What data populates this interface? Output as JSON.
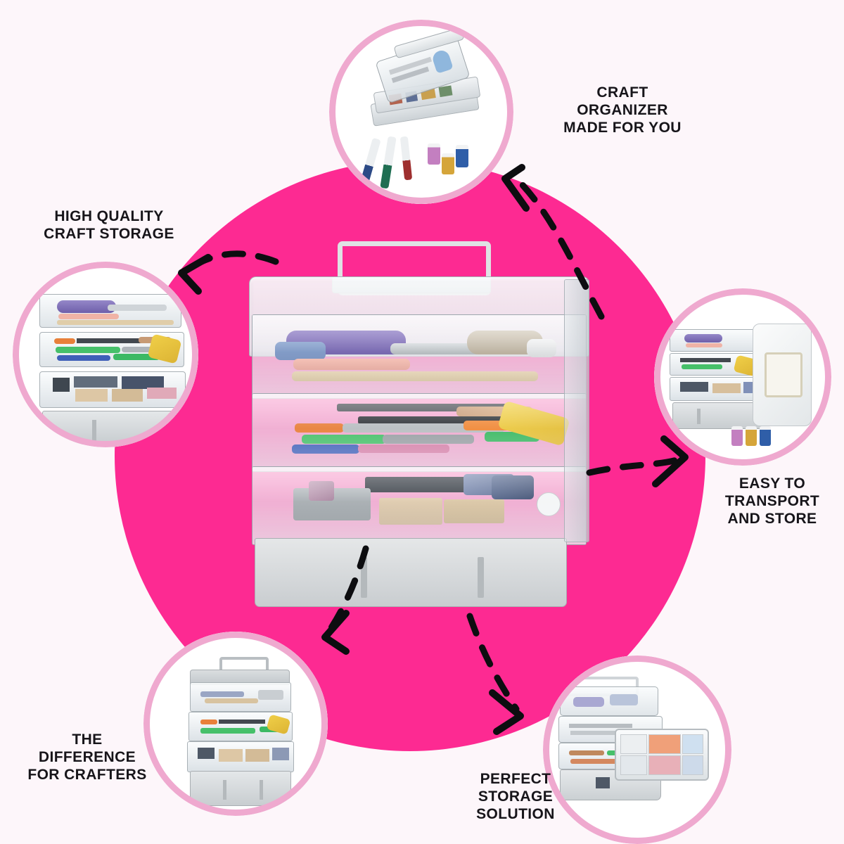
{
  "page": {
    "title": "Craft Organizer Product Infographic",
    "background_color": "#fdf6fa",
    "hero_color": "#fd2a92",
    "ring_color": "#efa9cf",
    "text_color": "#17151a"
  },
  "hero": {
    "name": "craft-organizer-main-photo",
    "alt": "Three-tier clear craft organizer with grey handle filled with markers, pens, scissors and craft supplies"
  },
  "features": [
    {
      "id": "craft-organizer-made-for-you",
      "label": "CRAFT\nORGANIZER\nMADE FOR YOU",
      "photo_alt": "Stacked clear trays of craft supplies with scissors, markers and thread spools",
      "position": "top"
    },
    {
      "id": "easy-to-transport-and-store",
      "label": "EASY TO\nTRANSPORT\nAND STORE",
      "photo_alt": "Organizer with white carry handle folded flat beside glitter jars",
      "position": "right"
    },
    {
      "id": "perfect-storage-solution",
      "label": "PERFECT\nSTORAGE\nSOLUTION",
      "photo_alt": "Organizer with a removable divided tray holding ink pads and washi tape",
      "position": "bottom-right"
    },
    {
      "id": "the-difference-for-crafters",
      "label": "THE\nDIFFERENCE\nFOR CRAFTERS",
      "photo_alt": "Closed three-tier organizer with grey handle full of craft supplies",
      "position": "bottom-left"
    },
    {
      "id": "high-quality-craft-storage",
      "label": "HIGH QUALITY\nCRAFT STORAGE",
      "photo_alt": "Close up of the three clear tiers holding scissors, pens and stamps",
      "position": "left"
    }
  ],
  "arrows": [
    {
      "id": "arrow-to-craft-organizer",
      "from": "right",
      "to": "top"
    },
    {
      "id": "arrow-to-easy-transport",
      "from": "bottom-right",
      "to": "right"
    },
    {
      "id": "arrow-to-perfect-storage",
      "from": "bottom-left",
      "to": "bottom-right"
    },
    {
      "id": "arrow-to-difference-crafters",
      "from": "left",
      "to": "bottom-left"
    },
    {
      "id": "arrow-to-high-quality",
      "from": "top",
      "to": "left"
    }
  ]
}
